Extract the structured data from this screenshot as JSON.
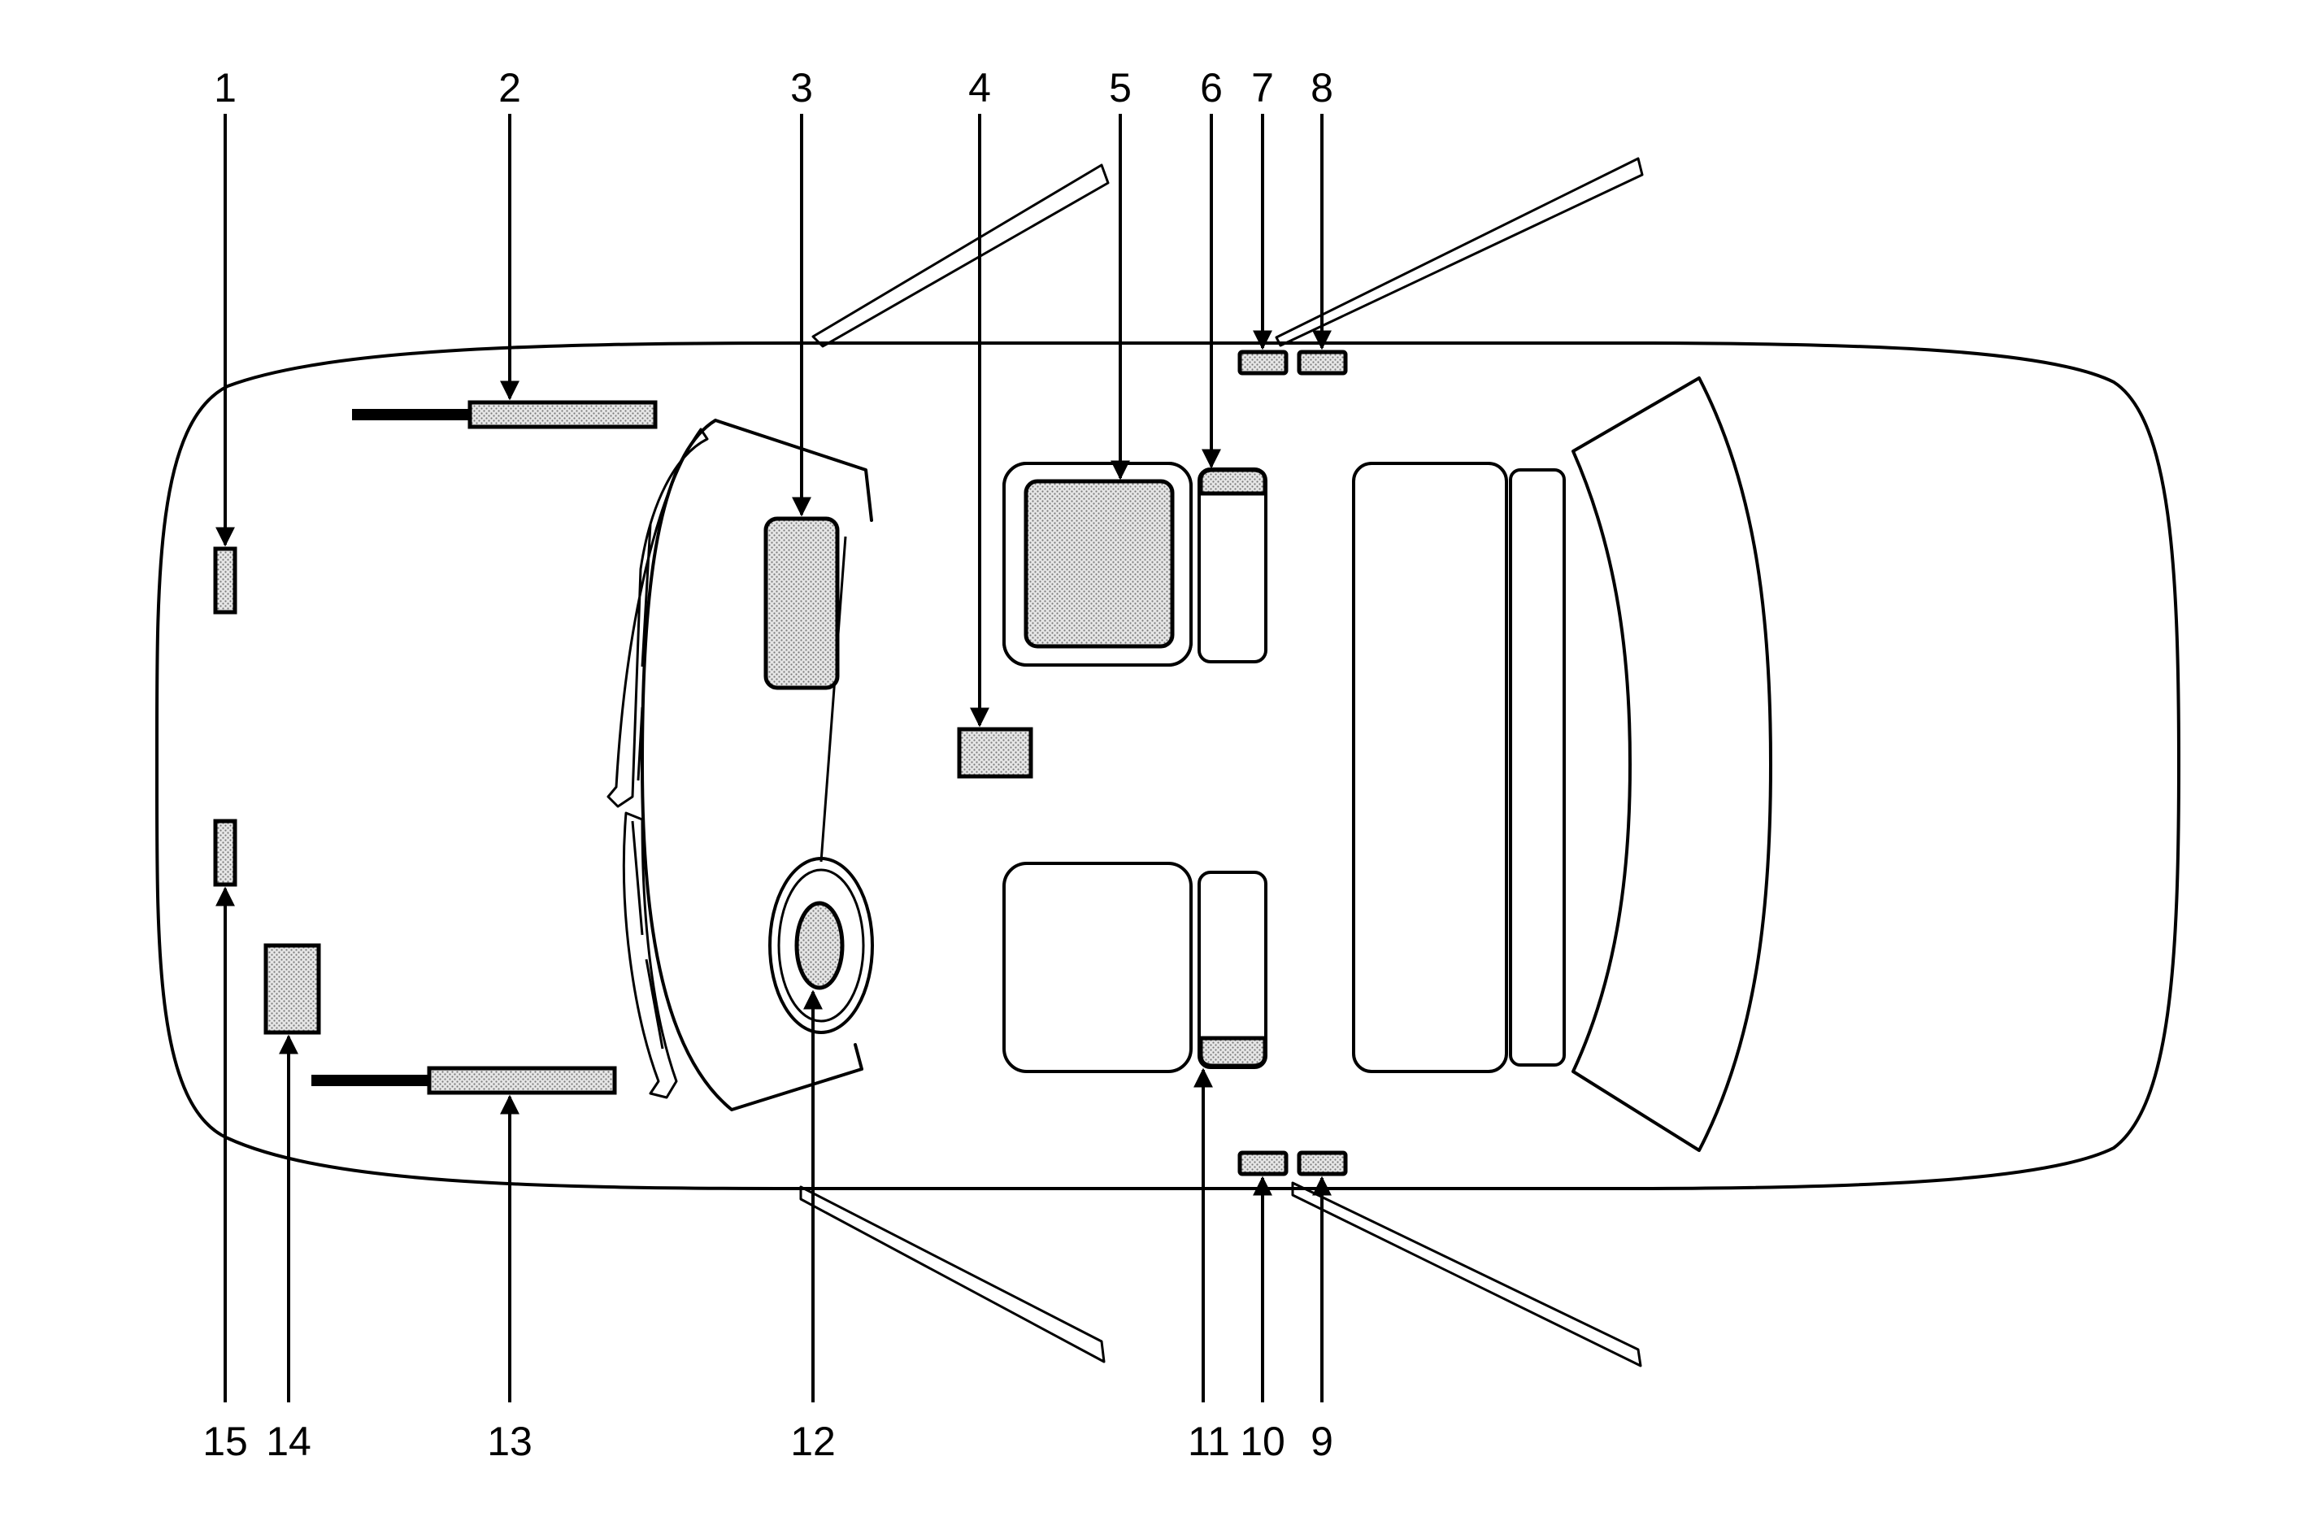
{
  "diagram": {
    "callouts": [
      {
        "id": "1",
        "label": "1"
      },
      {
        "id": "2",
        "label": "2"
      },
      {
        "id": "3",
        "label": "3"
      },
      {
        "id": "4",
        "label": "4"
      },
      {
        "id": "5",
        "label": "5"
      },
      {
        "id": "6",
        "label": "6"
      },
      {
        "id": "7",
        "label": "7"
      },
      {
        "id": "8",
        "label": "8"
      },
      {
        "id": "9",
        "label": "9"
      },
      {
        "id": "10",
        "label": "10"
      },
      {
        "id": "11",
        "label": "11"
      },
      {
        "id": "12",
        "label": "12"
      },
      {
        "id": "13",
        "label": "13"
      },
      {
        "id": "14",
        "label": "14"
      },
      {
        "id": "15",
        "label": "15"
      }
    ],
    "colors": {
      "line": "#000000",
      "fill": "#d9d9d9",
      "background": "#ffffff"
    }
  }
}
